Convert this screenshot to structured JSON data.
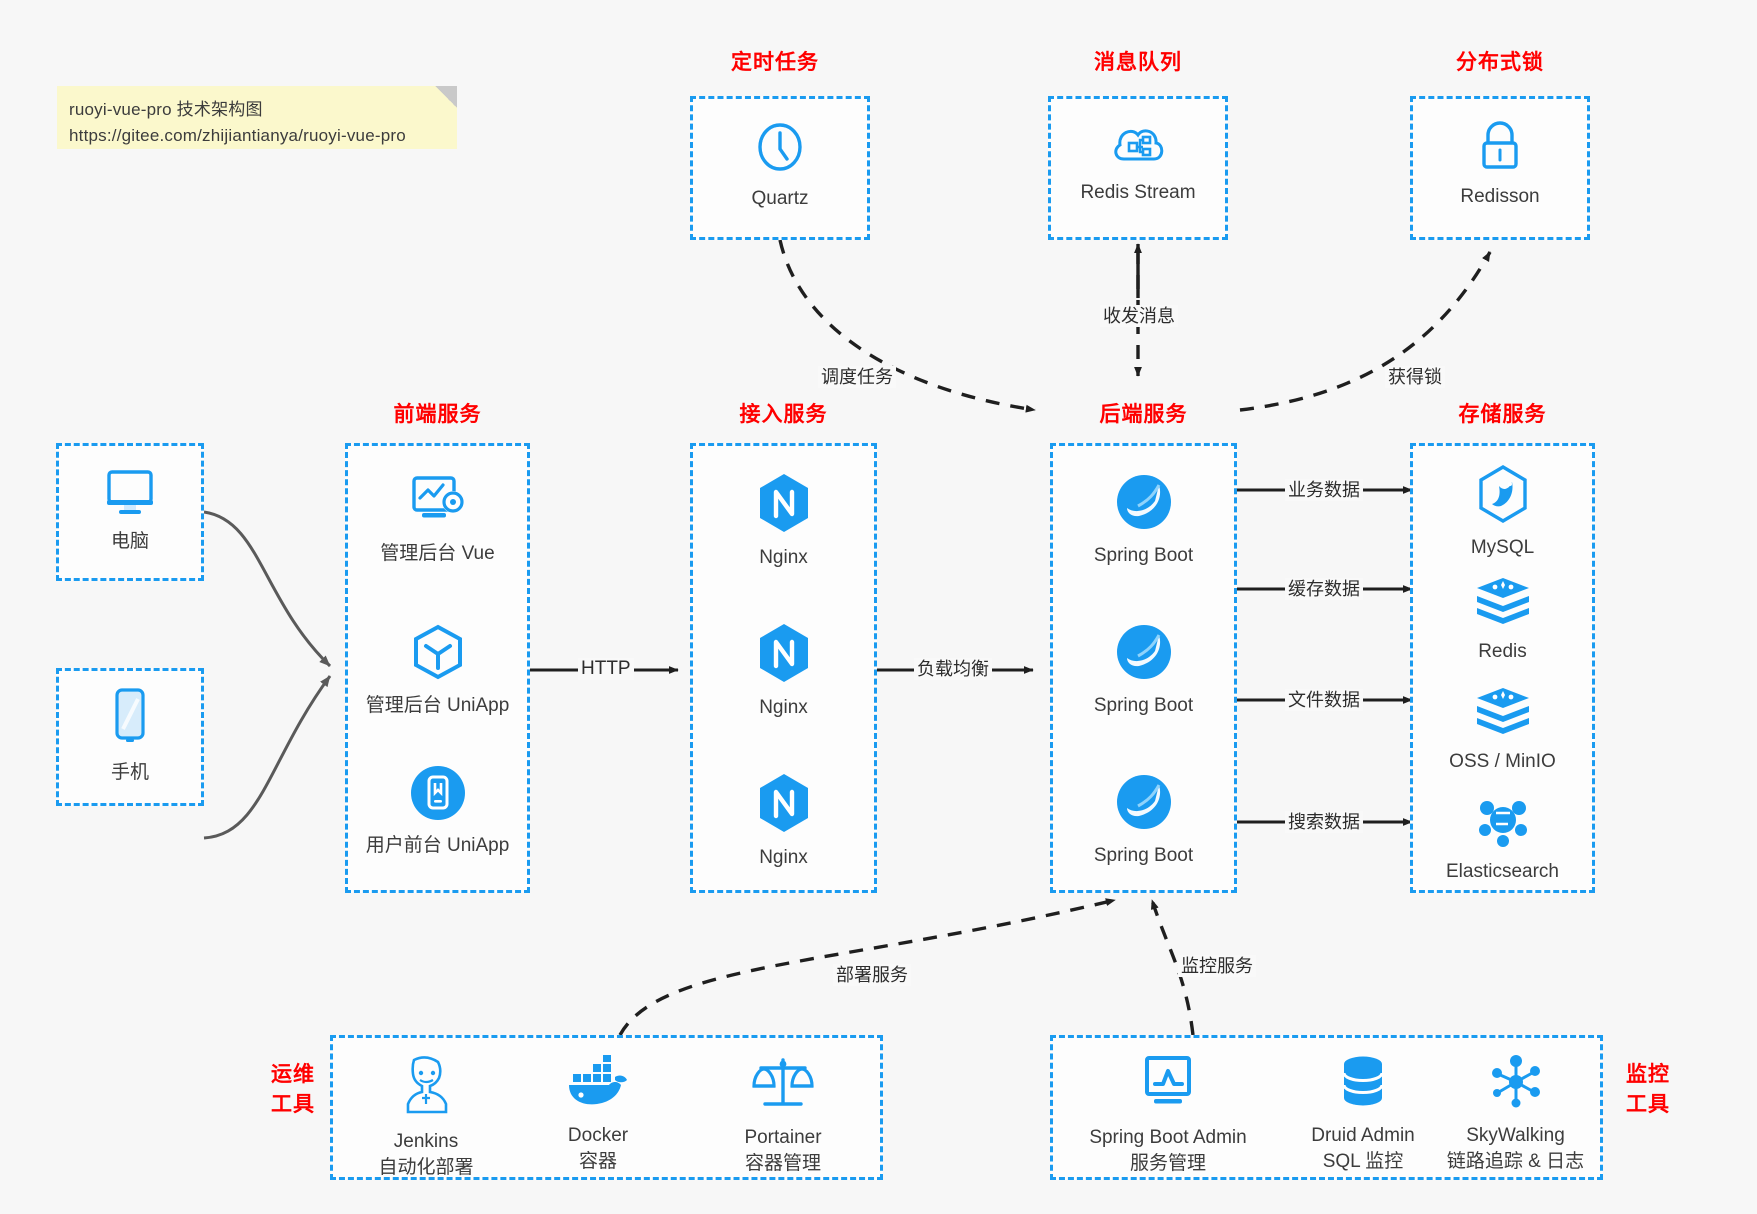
{
  "note": {
    "line1": "ruoyi-vue-pro 技术架构图",
    "line2": "https://gitee.com/zhijiantianya/ruoyi-vue-pro"
  },
  "colors": {
    "accent": "#1a9bf0",
    "title_red": "#ff0000",
    "background": "#f7f7f7",
    "arrow": "#1f1f1f",
    "client_arrow": "#595959",
    "note_bg": "#fbf8cc"
  },
  "groups": {
    "scheduler": {
      "title": "定时任务",
      "items": [
        {
          "label": "Quartz",
          "icon": "clock-icon"
        }
      ]
    },
    "mq": {
      "title": "消息队列",
      "items": [
        {
          "label": "Redis Stream",
          "icon": "cloud-stream-icon"
        }
      ]
    },
    "lock": {
      "title": "分布式锁",
      "items": [
        {
          "label": "Redisson",
          "icon": "lock-icon"
        }
      ]
    },
    "clients": {
      "items": [
        {
          "label": "电脑",
          "icon": "desktop-icon"
        },
        {
          "label": "手机",
          "icon": "mobile-phone-icon"
        }
      ]
    },
    "frontend": {
      "title": "前端服务",
      "items": [
        {
          "label": "管理后台 Vue",
          "icon": "dashboard-gear-icon"
        },
        {
          "label": "管理后台 UniApp",
          "icon": "cube-icon"
        },
        {
          "label": "用户前台 UniApp",
          "icon": "mobile-app-icon"
        }
      ]
    },
    "gateway": {
      "title": "接入服务",
      "items": [
        {
          "label": "Nginx",
          "icon": "nginx-icon"
        },
        {
          "label": "Nginx",
          "icon": "nginx-icon"
        },
        {
          "label": "Nginx",
          "icon": "nginx-icon"
        }
      ]
    },
    "backend": {
      "title": "后端服务",
      "items": [
        {
          "label": "Spring Boot",
          "icon": "spring-boot-icon"
        },
        {
          "label": "Spring Boot",
          "icon": "spring-boot-icon"
        },
        {
          "label": "Spring Boot",
          "icon": "spring-boot-icon"
        }
      ]
    },
    "storage": {
      "title": "存储服务",
      "items": [
        {
          "label": "MySQL",
          "icon": "mysql-icon"
        },
        {
          "label": "Redis",
          "icon": "redis-icon"
        },
        {
          "label": "OSS / MinIO",
          "icon": "oss-minio-icon"
        },
        {
          "label": "Elasticsearch",
          "icon": "elasticsearch-icon"
        }
      ]
    },
    "devops": {
      "title_line1": "运维",
      "title_line2": "工具",
      "items": [
        {
          "label": "Jenkins",
          "sub": "自动化部署",
          "icon": "jenkins-icon"
        },
        {
          "label": "Docker",
          "sub": "容器",
          "icon": "docker-icon"
        },
        {
          "label": "Portainer",
          "sub": "容器管理",
          "icon": "scales-icon"
        }
      ]
    },
    "monitor": {
      "title_line1": "监控",
      "title_line2": "工具",
      "items": [
        {
          "label": "Spring Boot Admin",
          "sub": "服务管理",
          "icon": "monitor-chart-icon"
        },
        {
          "label": "Druid Admin",
          "sub": "SQL 监控",
          "icon": "database-icon"
        },
        {
          "label": "SkyWalking",
          "sub": "链路追踪 & 日志",
          "icon": "network-nodes-icon"
        }
      ]
    }
  },
  "edges": [
    {
      "name": "http",
      "label": "HTTP"
    },
    {
      "name": "load-balance",
      "label": "负载均衡"
    },
    {
      "name": "schedule-task",
      "label": "调度任务"
    },
    {
      "name": "send-receive-message",
      "label": "收发消息"
    },
    {
      "name": "acquire-lock",
      "label": "获得锁"
    },
    {
      "name": "business-data",
      "label": "业务数据"
    },
    {
      "name": "cache-data",
      "label": "缓存数据"
    },
    {
      "name": "file-data",
      "label": "文件数据"
    },
    {
      "name": "search-data",
      "label": "搜索数据"
    },
    {
      "name": "deploy-service",
      "label": "部署服务"
    },
    {
      "name": "monitor-service",
      "label": "监控服务"
    }
  ]
}
